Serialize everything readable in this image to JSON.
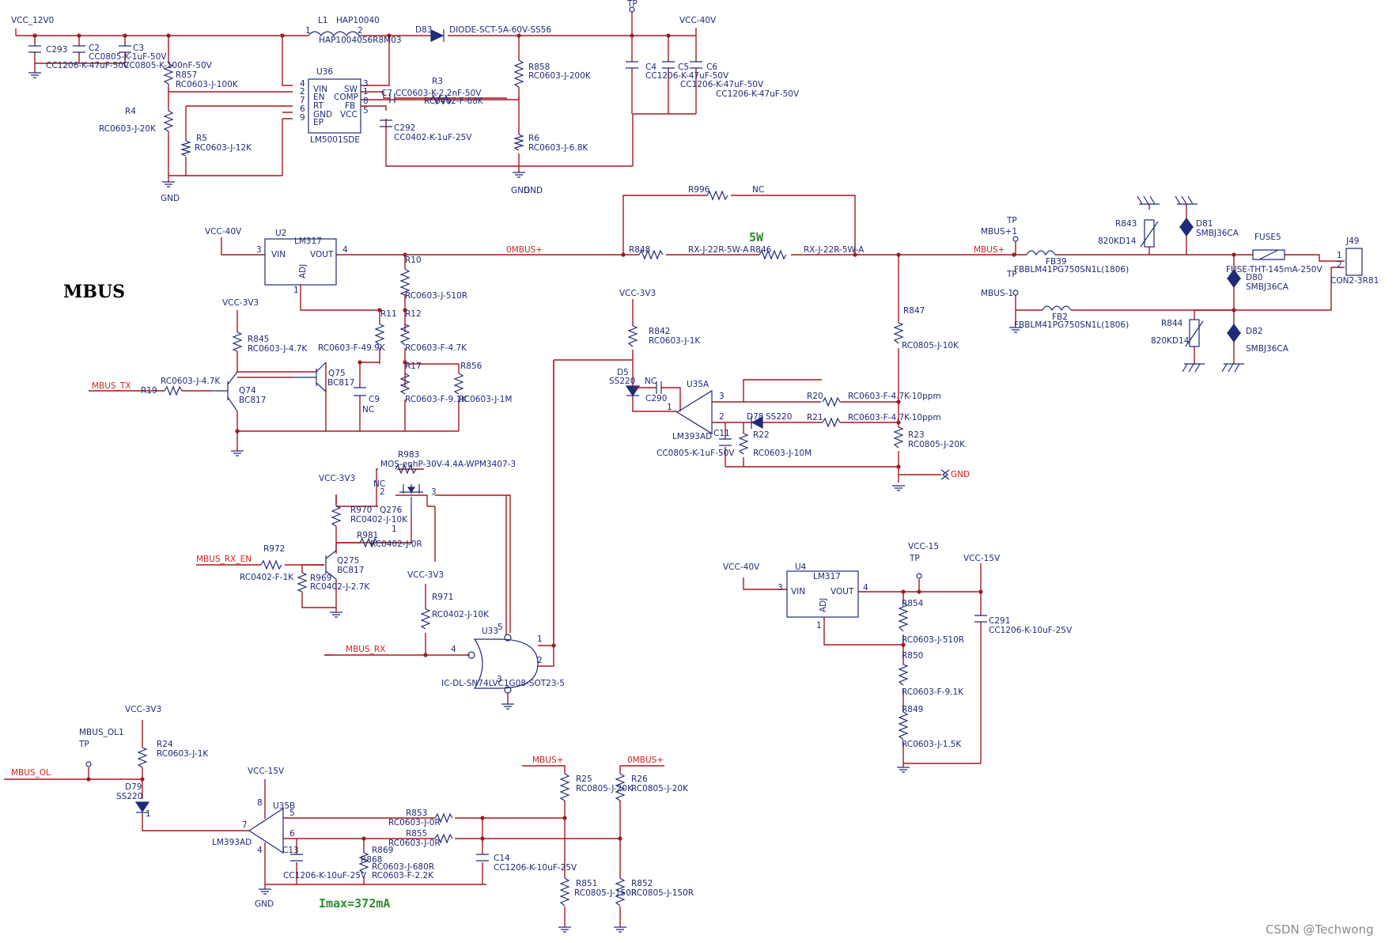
{
  "heading": "MBUS",
  "notes": {
    "power_5w": "5W",
    "imax": "Imax=372mA"
  },
  "watermark": "CSDN @Techwong",
  "nets": {
    "vcc_12v0": "VCC_12V0",
    "tp": "TP",
    "vcc_40v": "VCC-40V",
    "vcc_3v3": "VCC-3V3",
    "vcc_15": "VCC-15",
    "vcc_15v": "VCC-15V",
    "gnd": "GND",
    "mbus_tx": "MBUS_TX",
    "mbus_rx_en": "MBUS_RX_EN",
    "mbus_rx": "MBUS_RX",
    "mbus_ol": "MBUS_OL",
    "mbus_ol1": "MBUS_OL1",
    "mbus_plus": "MBUS+",
    "ombus_plus": "0MBUS+",
    "mbus_p1": "MBUS+1",
    "mbus_m1": "MBUS-1"
  },
  "labels": [
    {
      "id": "l1",
      "text": "L1"
    },
    {
      "id": "l1_part",
      "text": "HAP10040"
    },
    {
      "id": "l1_val",
      "text": "HAP10040S6R8M03"
    },
    {
      "id": "d83",
      "text": "D83"
    },
    {
      "id": "d83_val",
      "text": "DIODE-SCT-5A-60V-SS56"
    },
    {
      "id": "c293",
      "text": "C293"
    },
    {
      "id": "c2",
      "text": "C2"
    },
    {
      "id": "c3",
      "text": "C3"
    },
    {
      "id": "c2_val",
      "text": "CC0805-K-1uF-50V"
    },
    {
      "id": "c293_val",
      "text": "CC1206-K-47uF-50V"
    },
    {
      "id": "c3_val",
      "text": "CC0805-K-100nF-50V"
    },
    {
      "id": "r857",
      "text": "R857"
    },
    {
      "id": "r857_val",
      "text": "RC0603-J-100K"
    },
    {
      "id": "u36",
      "text": "U36"
    },
    {
      "id": "u36_val",
      "text": "LM5001SDE"
    },
    {
      "id": "pin_vin",
      "text": "VIN"
    },
    {
      "id": "pin_en",
      "text": "EN"
    },
    {
      "id": "pin_rt",
      "text": "RT"
    },
    {
      "id": "pin_gnd",
      "text": "GND"
    },
    {
      "id": "pin_ep",
      "text": "EP"
    },
    {
      "id": "pin_sw",
      "text": "SW"
    },
    {
      "id": "pin_comp",
      "text": "COMP"
    },
    {
      "id": "pin_fb",
      "text": "FB"
    },
    {
      "id": "pin_vcc",
      "text": "VCC"
    },
    {
      "id": "p4",
      "text": "4"
    },
    {
      "id": "p2",
      "text": "2"
    },
    {
      "id": "p7",
      "text": "7"
    },
    {
      "id": "p6",
      "text": "6"
    },
    {
      "id": "p9",
      "text": "9"
    },
    {
      "id": "p3",
      "text": "3"
    },
    {
      "id": "p1",
      "text": "1"
    },
    {
      "id": "p8",
      "text": "8"
    },
    {
      "id": "p5",
      "text": "5"
    },
    {
      "id": "l1_p1",
      "text": "1"
    },
    {
      "id": "l1_p2",
      "text": "2"
    },
    {
      "id": "c7",
      "text": "C7"
    },
    {
      "id": "c7_val",
      "text": "CC0603-K-2.2nF-50V"
    },
    {
      "id": "r3",
      "text": "R3"
    },
    {
      "id": "r3_val",
      "text": "RC0402-F-68K"
    },
    {
      "id": "c292",
      "text": "C292"
    },
    {
      "id": "c292_val",
      "text": "CC0402-K-1uF-25V"
    },
    {
      "id": "r4",
      "text": "R4"
    },
    {
      "id": "r4_val",
      "text": "RC0603-J-20K"
    },
    {
      "id": "r5",
      "text": "R5"
    },
    {
      "id": "r5_val",
      "text": "RC0603-J-12K"
    },
    {
      "id": "gnd1",
      "text": "GND"
    },
    {
      "id": "r858",
      "text": "R858"
    },
    {
      "id": "r858_val",
      "text": "RC0603-J-200K"
    },
    {
      "id": "r6",
      "text": "R6"
    },
    {
      "id": "r6_val",
      "text": "RC0603-J-6.8K"
    },
    {
      "id": "gnd2",
      "text": "GND"
    },
    {
      "id": "c4",
      "text": "C4"
    },
    {
      "id": "c5",
      "text": "C5"
    },
    {
      "id": "c6",
      "text": "C6"
    },
    {
      "id": "c4_val",
      "text": "CC1206-K-47uF-50V"
    },
    {
      "id": "c5_val",
      "text": "CC1206-K-47uF-50V"
    },
    {
      "id": "c6_val",
      "text": "CC1206-K-47uF-50V"
    },
    {
      "id": "r996",
      "text": "R996"
    },
    {
      "id": "r996_val",
      "text": "NC"
    },
    {
      "id": "u2",
      "text": "U2"
    },
    {
      "id": "u2_val",
      "text": "LM317"
    },
    {
      "id": "u2_vin",
      "text": "VIN"
    },
    {
      "id": "u2_vout",
      "text": "VOUT"
    },
    {
      "id": "u2_adj",
      "text": "ADJ"
    },
    {
      "id": "u2_p3",
      "text": "3"
    },
    {
      "id": "u2_p4",
      "text": "4"
    },
    {
      "id": "u2_p1",
      "text": "1"
    },
    {
      "id": "r10",
      "text": "R10"
    },
    {
      "id": "r10_val",
      "text": "RC0603-J-510R"
    },
    {
      "id": "r848",
      "text": "R848"
    },
    {
      "id": "r848_val",
      "text": "RX-J-22R-5W-A"
    },
    {
      "id": "r846",
      "text": "R846"
    },
    {
      "id": "r846_val",
      "text": "RX-J-22R-5W-A"
    },
    {
      "id": "r11",
      "text": "R11"
    },
    {
      "id": "r11_val",
      "text": "RC0603-F-49.9K"
    },
    {
      "id": "r12",
      "text": "R12"
    },
    {
      "id": "r12_val",
      "text": "RC0603-F-4.7K"
    },
    {
      "id": "r845",
      "text": "R845"
    },
    {
      "id": "r845_val",
      "text": "RC0603-J-4.7K"
    },
    {
      "id": "q75",
      "text": "Q75"
    },
    {
      "id": "q75_val",
      "text": "BC817"
    },
    {
      "id": "r17",
      "text": "R17"
    },
    {
      "id": "r17_val",
      "text": "RC0603-F-9.1K"
    },
    {
      "id": "r856",
      "text": "R856"
    },
    {
      "id": "r856_val",
      "text": "RC0603-J-1M"
    },
    {
      "id": "c9",
      "text": "C9"
    },
    {
      "id": "c9_val",
      "text": "NC"
    },
    {
      "id": "r19",
      "text": "R19"
    },
    {
      "id": "r19_val",
      "text": "RC0603-J-4.7K"
    },
    {
      "id": "q74",
      "text": "Q74"
    },
    {
      "id": "q74_val",
      "text": "BC817"
    },
    {
      "id": "r842",
      "text": "R842"
    },
    {
      "id": "r842_val",
      "text": "RC0603-J-1K"
    },
    {
      "id": "d5",
      "text": "D5"
    },
    {
      "id": "d5_val",
      "text": "SS220"
    },
    {
      "id": "c290",
      "text": "C290"
    },
    {
      "id": "c290_nc",
      "text": "NC"
    },
    {
      "id": "u35a",
      "text": "U35A"
    },
    {
      "id": "u35a_val",
      "text": "LM393AD"
    },
    {
      "id": "u35a_p3",
      "text": "3"
    },
    {
      "id": "u35a_p2",
      "text": "2"
    },
    {
      "id": "u35a_p1",
      "text": "1"
    },
    {
      "id": "r20",
      "text": "R20"
    },
    {
      "id": "r20_val",
      "text": "RC0603-F-4.7K-10ppm"
    },
    {
      "id": "r21",
      "text": "R21"
    },
    {
      "id": "r21_val",
      "text": "RC0603-F-4.7K-10ppm"
    },
    {
      "id": "d78",
      "text": "D78"
    },
    {
      "id": "d78_val",
      "text": "SS220"
    },
    {
      "id": "r22",
      "text": "R22"
    },
    {
      "id": "r22_val",
      "text": "RC0603-J-10M"
    },
    {
      "id": "c11",
      "text": "C11"
    },
    {
      "id": "c11_val",
      "text": "CC0805-K-1uF-50V"
    },
    {
      "id": "r847",
      "text": "R847"
    },
    {
      "id": "r847_val",
      "text": "RC0805-J-10K"
    },
    {
      "id": "r23",
      "text": "R23"
    },
    {
      "id": "r23_val",
      "text": "RC0805-J-20K"
    },
    {
      "id": "r843",
      "text": "R843"
    },
    {
      "id": "r843_val",
      "text": "820KD14"
    },
    {
      "id": "d81",
      "text": "D81"
    },
    {
      "id": "d81_val",
      "text": "SMBJ36CA"
    },
    {
      "id": "fuse5",
      "text": "FUSE5"
    },
    {
      "id": "fuse5_val",
      "text": "FUSE-THT-145mA-250V"
    },
    {
      "id": "j49",
      "text": "J49"
    },
    {
      "id": "j49_val",
      "text": "CON2-3R81"
    },
    {
      "id": "j49_p1",
      "text": "1"
    },
    {
      "id": "j49_p2",
      "text": "2"
    },
    {
      "id": "fb39",
      "text": "FB39"
    },
    {
      "id": "fb39_val",
      "text": "FBBLM41PG750SN1L(1806)"
    },
    {
      "id": "fb2",
      "text": "FB2"
    },
    {
      "id": "fb2_val",
      "text": "FBBLM41PG750SN1L(1806)"
    },
    {
      "id": "d80",
      "text": "D80"
    },
    {
      "id": "d80_val",
      "text": "SMBJ36CA"
    },
    {
      "id": "r844",
      "text": "R844"
    },
    {
      "id": "r844_val",
      "text": "820KD14"
    },
    {
      "id": "d82",
      "text": "D82"
    },
    {
      "id": "d82_val",
      "text": "SMBJ36CA"
    },
    {
      "id": "r983",
      "text": "R983"
    },
    {
      "id": "mos_val",
      "text": "MOS-enhP-30V-4.4A-WPM3407-3"
    },
    {
      "id": "mos_nc",
      "text": "NC"
    },
    {
      "id": "q276",
      "text": "Q276"
    },
    {
      "id": "mos_p2",
      "text": "2"
    },
    {
      "id": "mos_p3",
      "text": "3"
    },
    {
      "id": "mos_p1",
      "text": "1"
    },
    {
      "id": "r970",
      "text": "R970"
    },
    {
      "id": "r970_val",
      "text": "RC0402-J-10K"
    },
    {
      "id": "r981",
      "text": "R981"
    },
    {
      "id": "r981_val",
      "text": "RC0402-J-0R"
    },
    {
      "id": "r972",
      "text": "R972"
    },
    {
      "id": "r972_val",
      "text": "RC0402-F-1K"
    },
    {
      "id": "q275",
      "text": "Q275"
    },
    {
      "id": "q275_val",
      "text": "BC817"
    },
    {
      "id": "r969",
      "text": "R969"
    },
    {
      "id": "r969_val",
      "text": "RC0402-J-2.7K"
    },
    {
      "id": "r971",
      "text": "R971"
    },
    {
      "id": "r971_val",
      "text": "RC0402-J-10K"
    },
    {
      "id": "u33",
      "text": "U33"
    },
    {
      "id": "u33_val",
      "text": "IC-DL-SN74LVC1G08-SOT23-5"
    },
    {
      "id": "u33_p5",
      "text": "5"
    },
    {
      "id": "u33_p4",
      "text": "4"
    },
    {
      "id": "u33_p1",
      "text": "1"
    },
    {
      "id": "u33_p2",
      "text": "2"
    },
    {
      "id": "u33_p3",
      "text": "3"
    },
    {
      "id": "u4",
      "text": "U4"
    },
    {
      "id": "u4_val",
      "text": "LM317"
    },
    {
      "id": "u4_vin",
      "text": "VIN"
    },
    {
      "id": "u4_vout",
      "text": "VOUT"
    },
    {
      "id": "u4_adj",
      "text": "ADJ"
    },
    {
      "id": "u4_p3",
      "text": "3"
    },
    {
      "id": "u4_p4",
      "text": "4"
    },
    {
      "id": "u4_p1",
      "text": "1"
    },
    {
      "id": "r854",
      "text": "R854"
    },
    {
      "id": "r854_val",
      "text": "RC0603-J-510R"
    },
    {
      "id": "r850",
      "text": "R850"
    },
    {
      "id": "r850_val",
      "text": "RC0603-F-9.1K"
    },
    {
      "id": "r849",
      "text": "R849"
    },
    {
      "id": "r849_val",
      "text": "RC0603-J-1.5K"
    },
    {
      "id": "c291",
      "text": "C291"
    },
    {
      "id": "c291_val",
      "text": "CC1206-K-10uF-25V"
    },
    {
      "id": "r24",
      "text": "R24"
    },
    {
      "id": "r24_val",
      "text": "RC0603-J-1K"
    },
    {
      "id": "d79",
      "text": "D79"
    },
    {
      "id": "d79_val",
      "text": "SS220"
    },
    {
      "id": "d79_p1",
      "text": "1"
    },
    {
      "id": "u35b",
      "text": "U35B"
    },
    {
      "id": "u35b_val",
      "text": "LM393AD"
    },
    {
      "id": "u35b_p8",
      "text": "8"
    },
    {
      "id": "u35b_p5",
      "text": "5"
    },
    {
      "id": "u35b_p6",
      "text": "6"
    },
    {
      "id": "u35b_p7",
      "text": "7"
    },
    {
      "id": "u35b_p4",
      "text": "4"
    },
    {
      "id": "r853",
      "text": "R853"
    },
    {
      "id": "r853_val",
      "text": "RC0603-J-0R"
    },
    {
      "id": "r855",
      "text": "R855"
    },
    {
      "id": "r855_val",
      "text": "RC0603-J-0R"
    },
    {
      "id": "c13",
      "text": "C13"
    },
    {
      "id": "c13_val",
      "text": "CC1206-K-10uF-25V"
    },
    {
      "id": "r869",
      "text": "R869"
    },
    {
      "id": "r868",
      "text": "R868"
    },
    {
      "id": "r869_val",
      "text": "RC0603-J-680R"
    },
    {
      "id": "r868_val",
      "text": "RC0603-F-2.2K"
    },
    {
      "id": "c14",
      "text": "C14"
    },
    {
      "id": "c14_val",
      "text": "CC1206-K-10uF-25V"
    },
    {
      "id": "r25",
      "text": "R25"
    },
    {
      "id": "r25_val",
      "text": "RC0805-J-20K"
    },
    {
      "id": "r26",
      "text": "R26"
    },
    {
      "id": "r26_val",
      "text": "RC0805-J-20K"
    },
    {
      "id": "r851",
      "text": "R851"
    },
    {
      "id": "r851_val",
      "text": "RC0805-J-150R"
    },
    {
      "id": "r852",
      "text": "R852"
    },
    {
      "id": "r852_val",
      "text": "RC0805-J-150R"
    }
  ]
}
